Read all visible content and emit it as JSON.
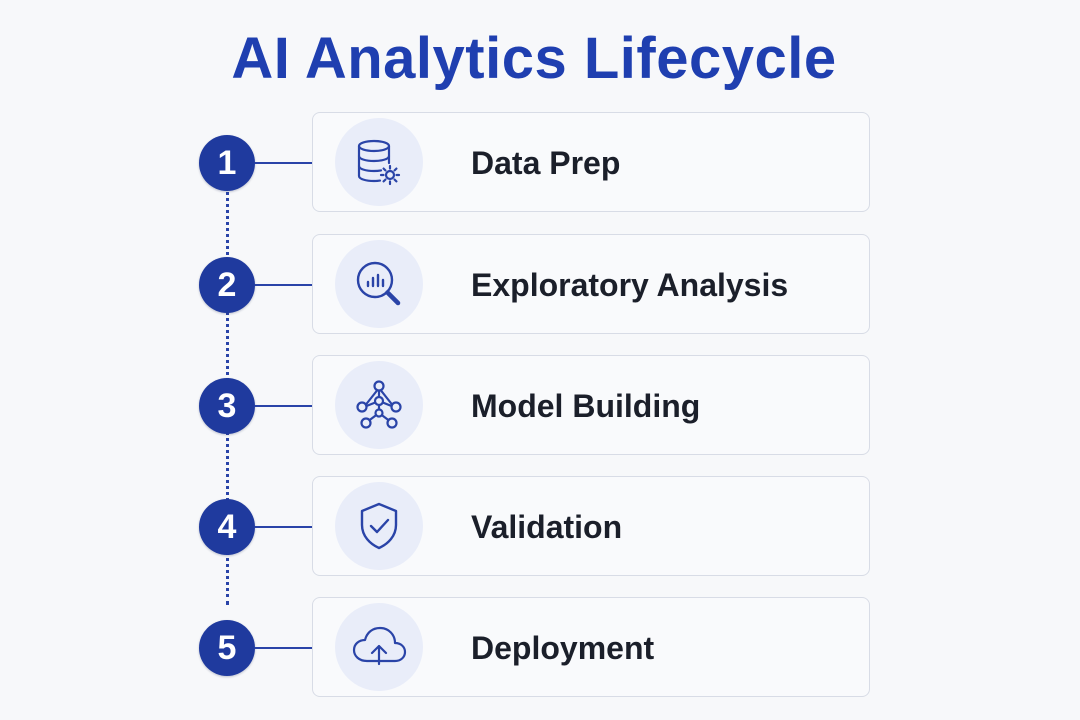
{
  "title": "AI Analytics Lifecycle",
  "steps": [
    {
      "number": "1",
      "label": "Data Prep",
      "icon": "database-gear-icon"
    },
    {
      "number": "2",
      "label": "Exploratory Analysis",
      "icon": "magnifier-chart-icon"
    },
    {
      "number": "3",
      "label": "Model Building",
      "icon": "network-nodes-icon"
    },
    {
      "number": "4",
      "label": "Validation",
      "icon": "shield-check-icon"
    },
    {
      "number": "5",
      "label": "Deployment",
      "icon": "cloud-upload-icon"
    }
  ],
  "colors": {
    "accent": "#1f3a9e",
    "title": "#1f3fb0",
    "text": "#1b1f2a",
    "icon_bg": "#e9edf9"
  }
}
